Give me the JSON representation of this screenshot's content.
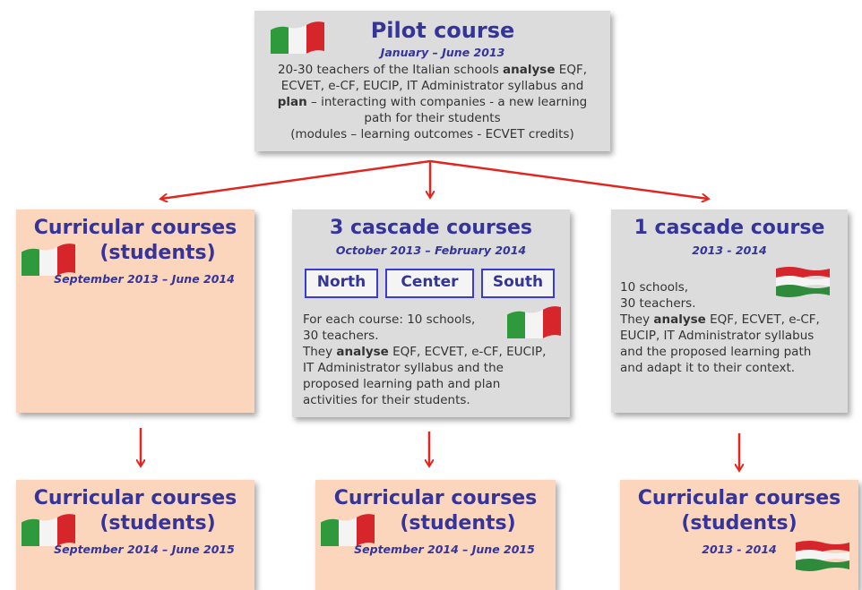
{
  "pilot": {
    "title": "Pilot course",
    "period": "January – June 2013",
    "line1_pre": "20-30 teachers of the Italian schools ",
    "line1_bold": "analyse",
    "line1_post": " EQF,",
    "line2": "ECVET, e-CF, EUCIP, IT Administrator syllabus and",
    "line3_bold": "plan",
    "line3_post": " – interacting with companies - a new learning",
    "line4": "path for their students",
    "line5": "(modules – learning outcomes - ECVET credits)"
  },
  "cur1": {
    "title1": "Curricular courses",
    "title2": "(students)",
    "period": "September 2013 – June 2014"
  },
  "cascade3": {
    "title": "3 cascade courses",
    "period": "October 2013 – February 2014",
    "regions": [
      "North",
      "Center",
      "South"
    ],
    "l1": "For each course: 10 schools,",
    "l2": "30 teachers.",
    "l3_pre": "They ",
    "l3_bold": "analyse",
    "l3_post": " EQF, ECVET, e-CF, EUCIP,",
    "l4": "IT Administrator syllabus and the",
    "l5": "proposed learning path and plan",
    "l6": "activities for their students."
  },
  "cascade1": {
    "title": "1 cascade course",
    "period": "2013 - 2014",
    "l1": "10 schools,",
    "l2": "30 teachers.",
    "l3_pre": "They ",
    "l3_bold": "analyse",
    "l3_post": " EQF, ECVET, e-CF,",
    "l4": "EUCIP, IT Administrator syllabus",
    "l5": "and the proposed learning path",
    "l6": "and adapt it to their context."
  },
  "cur2": {
    "title1": "Curricular courses",
    "title2": "(students)",
    "period": "September 2014 – June 2015"
  },
  "cur3": {
    "title1": "Curricular courses",
    "title2": "(students)",
    "period": "September 2014 – June 2015"
  },
  "cur4": {
    "title1": "Curricular courses",
    "title2": "(students)",
    "period": "2013 - 2014"
  },
  "colors": {
    "arrow": "#e0261f",
    "title": "#34349a",
    "grey_box": "#dcdcdc",
    "peach_box": "#fbd6bd",
    "italy_green": "#2f9a3c",
    "italy_red": "#d7262b",
    "hungary_red": "#d7262b",
    "hungary_green": "#2f8a3c"
  },
  "flags": {
    "italy": "italy-flag-icon",
    "hungary": "hungary-flag-icon"
  }
}
